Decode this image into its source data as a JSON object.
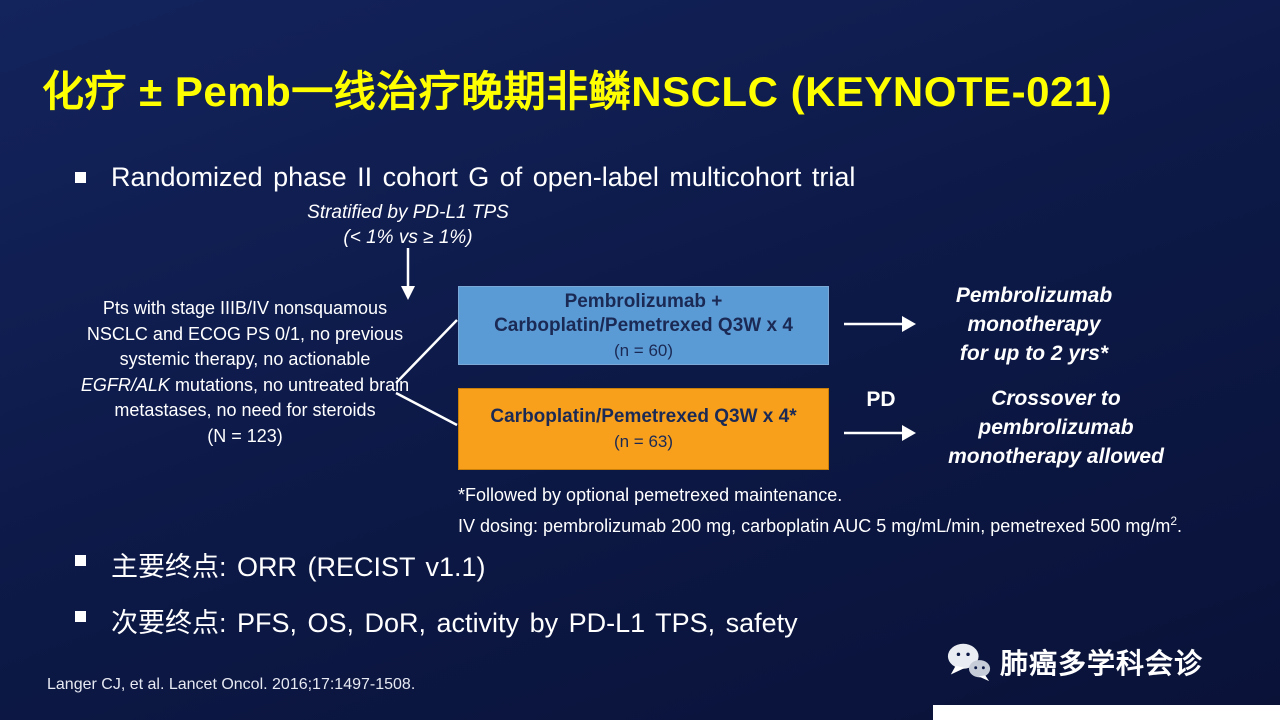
{
  "colors": {
    "background_navy": "#0c1845",
    "title_yellow": "#ffff00",
    "body_text_white": "#ffffff",
    "blue_box_fill": "#5b9bd5",
    "orange_box_fill": "#f8a01c",
    "box_text_navy": "#1b2a55",
    "bottom_bar_white": "#ffffff"
  },
  "icons": {
    "bullet": "square-bullet-icon",
    "watermark": "wechat-chat-bubbles-icon",
    "flow": "white-arrow-shapes"
  },
  "slide": {
    "title": "化疗 ± Pemb一线治疗晚期非鳞NSCLC (KEYNOTE-021)",
    "bullet1": "Randomized phase II cohort G of open-label multicohort trial",
    "bullet2": "主要终点: ORR (RECIST v1.1)",
    "bullet3": "次要终点: PFS, OS, DoR, activity by PD-L1 TPS, safety",
    "citation": "Langer CJ, et al. Lancet Oncol. 2016;17:1497-1508.",
    "watermark": "肺癌多学科会诊"
  },
  "diagram": {
    "stratified_line1": "Stratified by PD-L1 TPS",
    "stratified_line2": "(< 1% vs ≥ 1%)",
    "population": {
      "part1": "Pts with stage IIIB/IV nonsquamous NSCLC and ECOG PS 0/1, no previous systemic therapy, no actionable ",
      "italic": "EGFR/ALK",
      "part2": " mutations, no untreated brain metastases, no need for steroids",
      "n": "(N = 123)"
    },
    "arm_blue": {
      "line1": "Pembrolizumab +",
      "line2": "Carboplatin/Pemetrexed Q3W x 4",
      "n": "(n = 60)"
    },
    "arm_orange": {
      "line1": "Carboplatin/Pemetrexed Q3W x 4*",
      "n": "(n = 63)"
    },
    "outcome_top_lines": [
      "Pembrolizumab",
      "monotherapy",
      "for up to 2 yrs*"
    ],
    "pd_label": "PD",
    "outcome_bottom_lines": [
      "Crossover to",
      "pembrolizumab",
      "monotherapy allowed"
    ],
    "footnote_line1": "*Followed by optional pemetrexed maintenance.",
    "footnote_line2_pre": "IV dosing: pembrolizumab 200 mg, carboplatin AUC 5 mg/mL/min, pemetrexed 500 mg/m",
    "footnote_sup": "2",
    "footnote_line2_post": "."
  }
}
